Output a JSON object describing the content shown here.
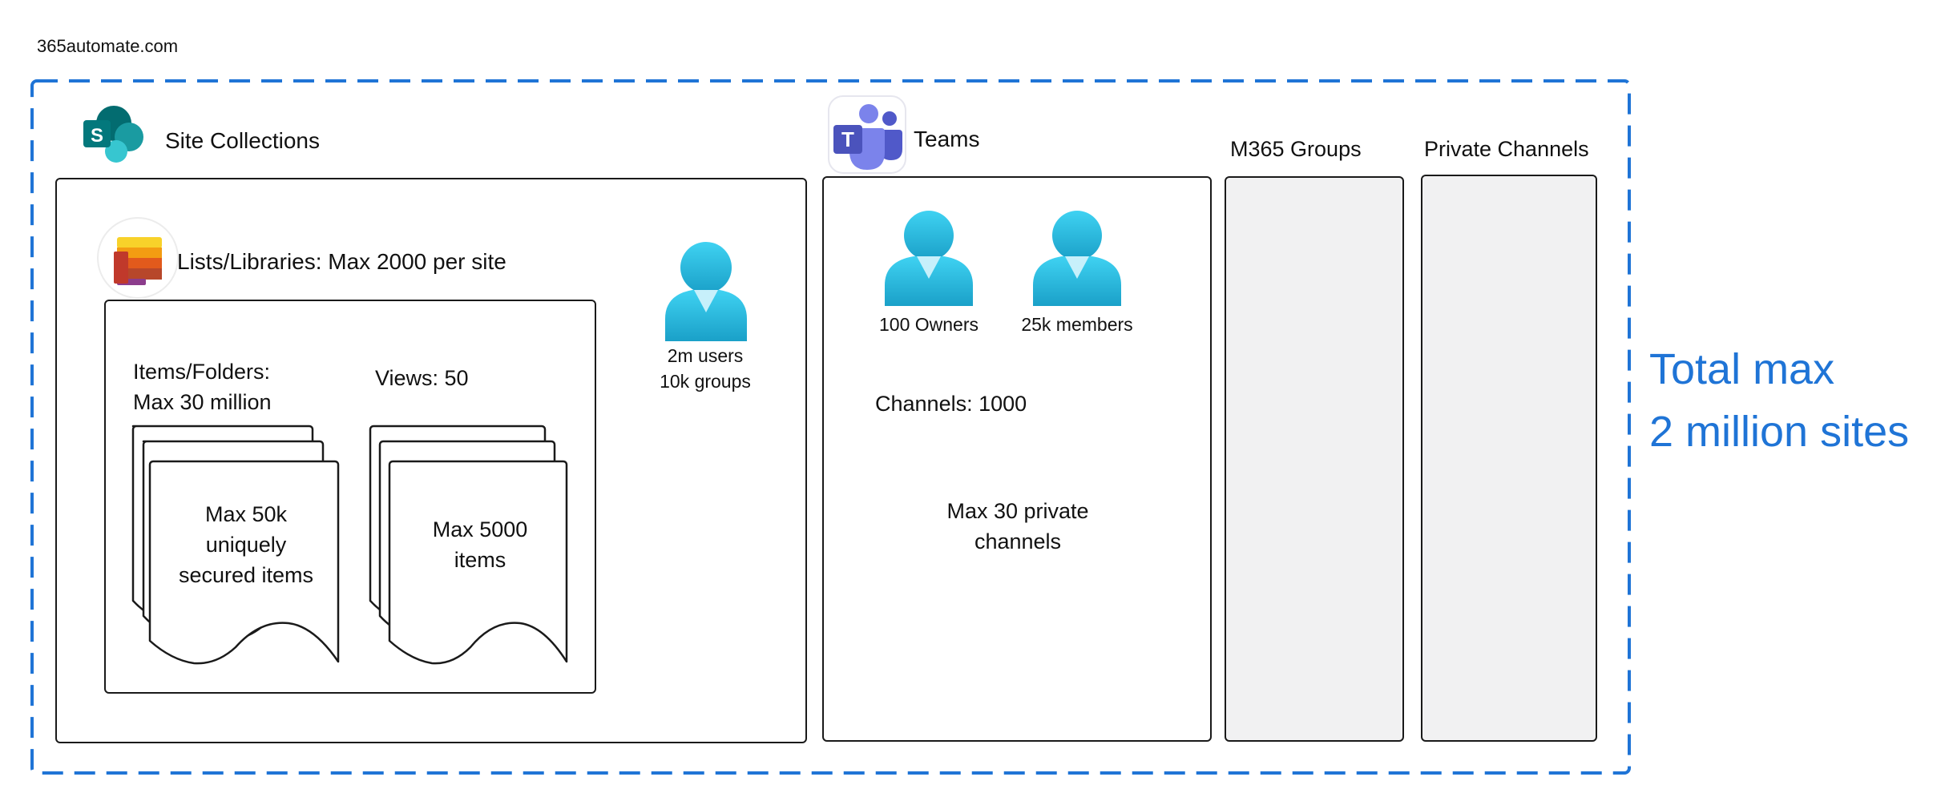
{
  "brand": {
    "site": "365automate.com"
  },
  "colors": {
    "accent_blue": "#1f74d6",
    "border": "#1a1a1a",
    "grey_panel": "#f1f1f2",
    "person_light": "#39c9ee",
    "person_dark": "#1a9fc9"
  },
  "total": {
    "line1": "Total max",
    "line2": "2 million sites"
  },
  "site_collections": {
    "icon": "sharepoint-icon",
    "title": "Site Collections",
    "lists": {
      "icon": "lists-icon",
      "label": "Lists/Libraries: Max 2000 per site",
      "items_label_line1": "Items/Folders:",
      "items_label_line2": "Max 30 million",
      "items_doc": {
        "line1": "Max 50k",
        "line2": "uniquely",
        "line3": "secured items"
      },
      "views_label": "Views: 50",
      "views_doc": {
        "line1": "Max 5000",
        "line2": "items"
      }
    },
    "users": {
      "icon": "person-icon",
      "line1": "2m users",
      "line2": "10k groups"
    }
  },
  "teams": {
    "icon": "teams-icon",
    "title": "Teams",
    "owners": {
      "icon": "person-icon",
      "label": "100 Owners"
    },
    "members": {
      "icon": "person-icon",
      "label": "25k members"
    },
    "channels_label": "Channels: 1000",
    "channels_doc": {
      "line1": "Max 30 private",
      "line2": "channels"
    }
  },
  "m365_groups": {
    "title": "M365 Groups"
  },
  "private_channels": {
    "title": "Private Channels"
  }
}
